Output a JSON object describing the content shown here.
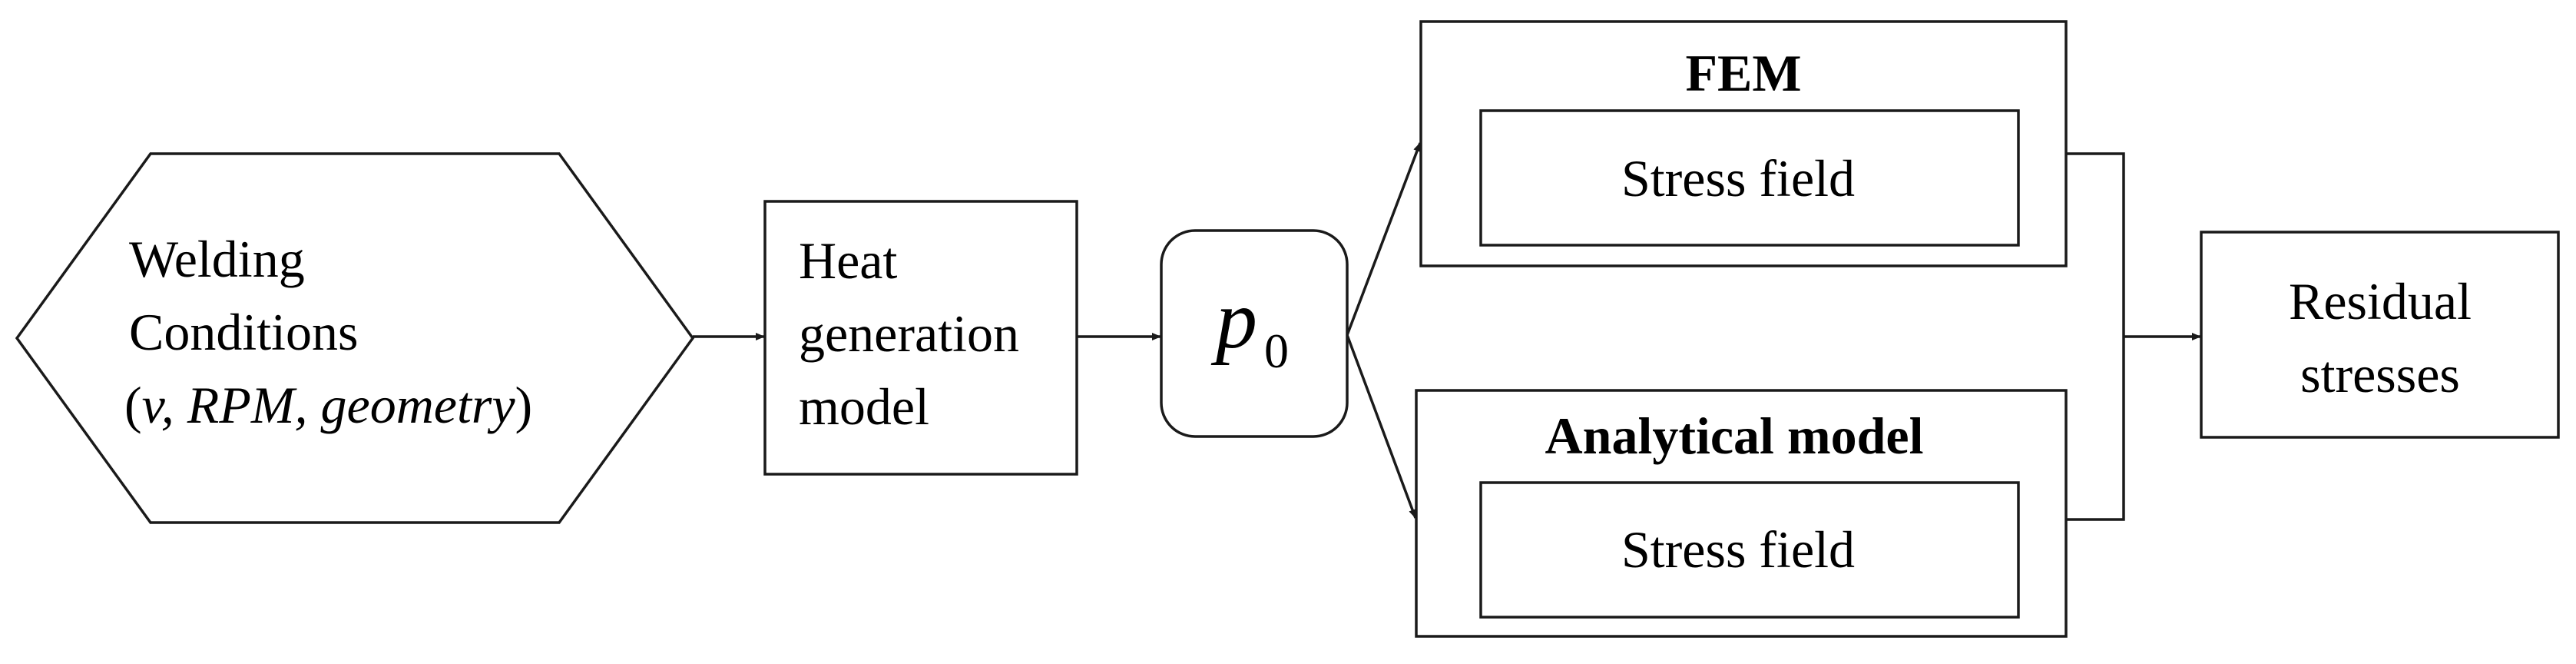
{
  "nodes": {
    "welding_conditions": {
      "line1": "Welding",
      "line2": "Conditions",
      "line3_open": "(",
      "line3_italic": "v, RPM, geometry",
      "line3_close": ")"
    },
    "heat_generation": {
      "line1": "Heat",
      "line2": "generation",
      "line3": "model"
    },
    "p0": {
      "symbol": "p",
      "subscript": "0"
    },
    "fem": {
      "title": "FEM",
      "inner": "Stress field"
    },
    "analytical": {
      "title": "Analytical model",
      "inner": "Stress field"
    },
    "residual": {
      "line1": "Residual",
      "line2": "stresses"
    }
  }
}
